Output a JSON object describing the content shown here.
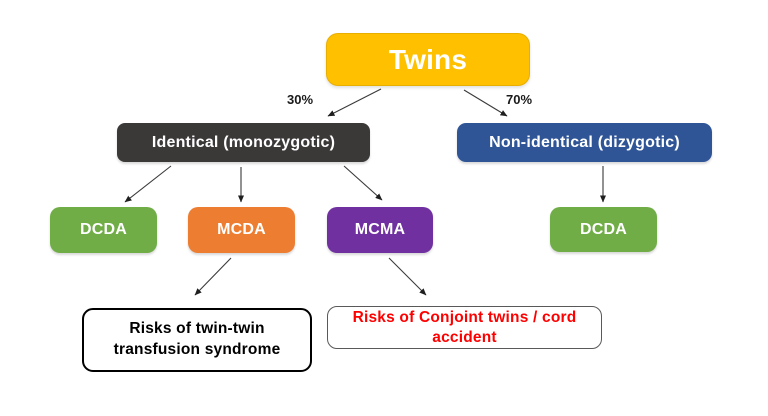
{
  "diagram": {
    "root_node": {
      "label": "Twins",
      "bg": "#FFC000",
      "text_color": "#FFFFFF"
    },
    "branch_labels": {
      "left_pct": "30%",
      "right_pct": "70%"
    },
    "zygosity_nodes": [
      {
        "label": "Identical (monozygotic)",
        "bg": "#3B3838",
        "text_color": "#FFFFFF"
      },
      {
        "label": "Non-identical (dizygotic)",
        "bg": "#2F5597",
        "text_color": "#FFFFFF"
      }
    ],
    "chorionicity_nodes": [
      {
        "label": "DCDA",
        "bg": "#70AD47",
        "text_color": "#FFFFFF"
      },
      {
        "label": "MCDA",
        "bg": "#ED7D31",
        "text_color": "#FFFFFF"
      },
      {
        "label": "MCMA",
        "bg": "#7030A0",
        "text_color": "#FFFFFF"
      },
      {
        "label": "DCDA",
        "bg": "#70AD47",
        "text_color": "#FFFFFF"
      }
    ],
    "risk_nodes": [
      {
        "label": "Risks of twin-twin transfusion syndrome",
        "text_color": "#000000",
        "border_color": "#000000"
      },
      {
        "label": "Risks of Conjoint twins / cord accident",
        "text_color": "#FF0000",
        "border_color": "#595959"
      }
    ],
    "arrow_color": "#333333",
    "background": "#FFFFFF"
  }
}
